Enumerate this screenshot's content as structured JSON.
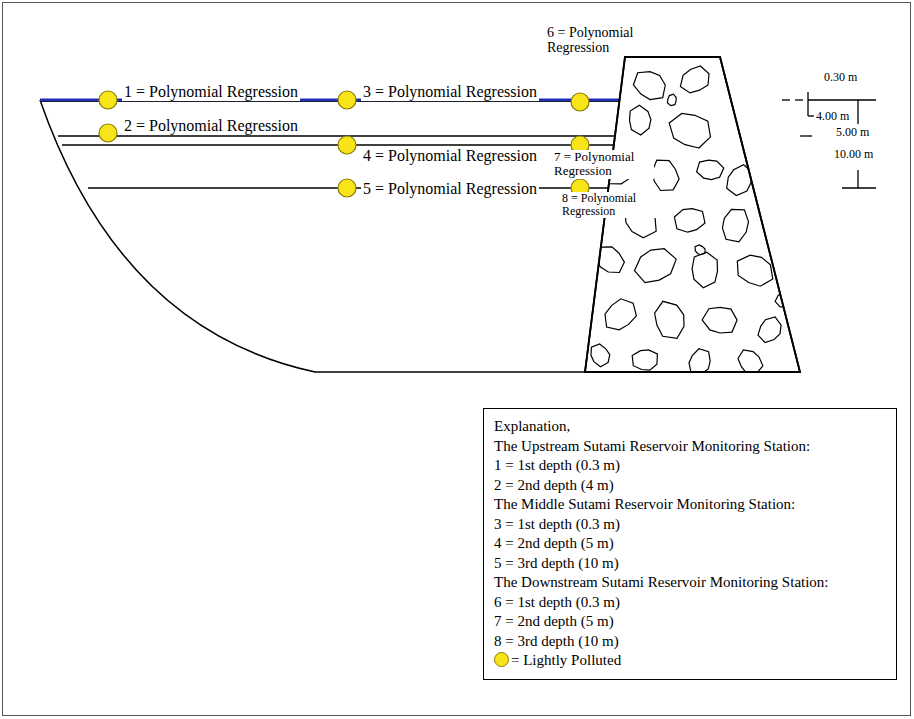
{
  "diagram": {
    "nodes": [
      {
        "text": [
          "Explanation,",
          "The Upstream Sutami Reservoir Monitoring Station:",
          "1 = 1st depth (0.3 m)",
          "2 = 2nd depth (4 m)",
          "The Middle Sutami Reservoir Monitoring Station:",
          "3 = 1st depth (0.3 m)",
          "4 = 2nd depth (5 m)",
          "5 = 3rd depth (10 m)",
          "The Downstream Sutami Reservoir Monitoring Station:",
          "6 = 1st depth (0.3 m)",
          "7 = 2nd depth (5 m)",
          "8 = 3rd depth (10 m)"
        ]
      }
    ],
    "labels": [
      "1 = Polynomial Regression",
      "3 = Polynomial Regression",
      "6 = Polynomial Regression",
      "2 = Polynomial Regression",
      "4 = Polynomial Regression",
      "7 = Polynomial Regression",
      "5 = Polynomial Regression",
      "8 = Polynomial Regression",
      "0.30 m",
      "4.00 m",
      "5.00 m",
      "10.00 m"
    ],
    "legend": [
      {
        "text": "= Lightly Polluted"
      }
    ]
  }
}
